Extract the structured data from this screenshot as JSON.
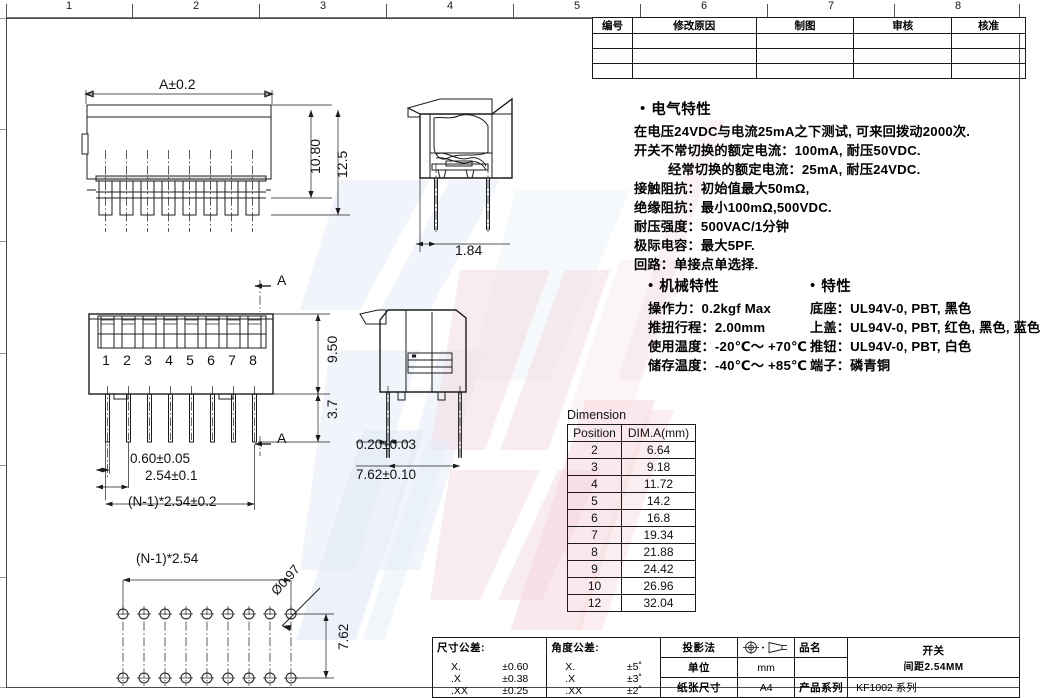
{
  "sheet": {
    "zone_numbers": [
      "1",
      "2",
      "3",
      "4",
      "5",
      "6",
      "7",
      "8"
    ]
  },
  "revision_table": {
    "headers": [
      "编号",
      "修改原因",
      "制图",
      "审核",
      "核准"
    ],
    "rows": [
      [
        "",
        "",
        "",
        "",
        ""
      ],
      [
        "",
        "",
        "",
        "",
        ""
      ],
      [
        "",
        "",
        "",
        "",
        ""
      ]
    ]
  },
  "specs": {
    "electrical": {
      "heading": "电气特性",
      "lines": [
        "在电压24VDC与电流25mA之下测试, 可来回拨动2000次.",
        "开关不常切换的额定电流：100mA, 耐压50VDC.",
        "经常切换的额定电流：25mA, 耐压24VDC.",
        "接触阻抗：初始值最大50mΩ,",
        "绝缘阻抗：最小100mΩ,500VDC.",
        "耐压强度：500VAC/1分钟",
        "极际电容：最大5PF.",
        "回路：单接点单选择."
      ]
    },
    "mechanical": {
      "heading": "机械特性",
      "lines": [
        "操作力：0.2kgf Max",
        "推扭行程：2.00mm",
        "使用温度：-20℃～ +70℃",
        "储存温度：-40℃～ +85℃"
      ]
    },
    "material": {
      "heading": "特性",
      "lines": [
        "底座：UL94V-0, PBT, 黑色",
        "上盖：UL94V-0, PBT, 红色, 黑色, 蓝色",
        "推钮：UL94V-0, PBT, 白色",
        "端子：磷青铜"
      ]
    }
  },
  "dimension_table": {
    "caption": "Dimension",
    "headers": [
      "Position",
      "DIM.A(mm)"
    ],
    "rows": [
      [
        "2",
        "6.64"
      ],
      [
        "3",
        "9.18"
      ],
      [
        "4",
        "11.72"
      ],
      [
        "5",
        "14.2"
      ],
      [
        "6",
        "16.8"
      ],
      [
        "7",
        "19.34"
      ],
      [
        "8",
        "21.88"
      ],
      [
        "9",
        "24.42"
      ],
      [
        "10",
        "26.96"
      ],
      [
        "12",
        "32.04"
      ]
    ]
  },
  "views": {
    "front": {
      "dim_width": "A±0.2",
      "dim_body_height": "10.80",
      "dim_total_height": "12.5"
    },
    "section_aa": {
      "dim_pin_pitch_inner": "1.84"
    },
    "top": {
      "dim_height": "9.50",
      "dim_tail": "3.7",
      "dim_pin_width": "0.60±0.05",
      "dim_pitch": "2.54±0.1",
      "dim_span": "(N-1)*2.54±0.2",
      "section_label_top": "A",
      "section_label_bottom": "A",
      "pin_numbers": [
        "1",
        "2",
        "3",
        "4",
        "5",
        "6",
        "7",
        "8"
      ]
    },
    "side": {
      "dim_pin_thickness": "0.20±0.03",
      "dim_row_spacing": "7.62±0.10"
    },
    "footprint": {
      "dim_span": "(N-1)*2.54",
      "dim_hole": "Ø0.97",
      "dim_rows": "7.62",
      "hole_count": 9
    }
  },
  "title_block": {
    "dim_tol": {
      "label": "尺寸公差:",
      "rows": [
        [
          "X.",
          "±0.60"
        ],
        [
          ".X",
          "±0.38"
        ],
        [
          ".XX",
          "±0.25"
        ]
      ]
    },
    "ang_tol": {
      "label": "角度公差:",
      "rows": [
        [
          "X.",
          "±5˚"
        ],
        [
          ".X",
          "±3˚"
        ],
        [
          ".XX",
          "±2˚"
        ]
      ]
    },
    "projection_label": "投影法",
    "unit_label": "单位",
    "unit_value": "mm",
    "paper_label": "纸张尺寸",
    "paper_value": "A4",
    "name_label": "品名",
    "name_value": "开关",
    "name_value2": "间距2.54MM",
    "series_label": "产品系列",
    "series_value": "KF1002 系列"
  }
}
